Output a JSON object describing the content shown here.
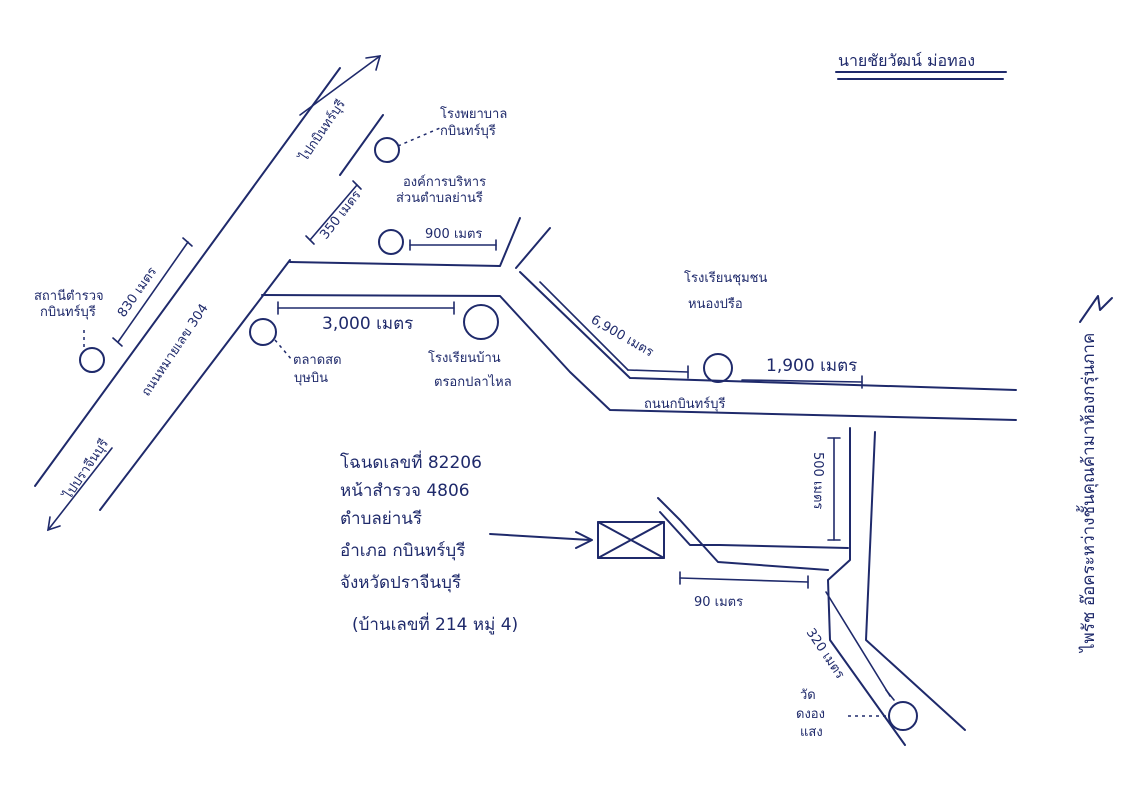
{
  "title": "นายชัยวัฒน์ ม่อทอง",
  "signature": "ไพรัช อ๊อคระหว่างชั้นคุณค้ามาห้องกรุ่นภาค",
  "roads": {
    "highway_304": "ถนนหมายเลข 304",
    "to_kabin": "ไปกบินทร์บุรี",
    "to_prachin": "ไปปราจีนบุรี",
    "kabin_road": "ถนนกบินทร์บุรี"
  },
  "landmarks": {
    "kabin_hospital": [
      "โรงพยาบาล",
      "กบินทร์บุรี"
    ],
    "sub_district_org": [
      "องค์การบริหาร",
      "ส่วนตำบลย่านรี"
    ],
    "police_station": [
      "สถานีตำรวจ",
      "กบินทร์บุรี"
    ],
    "wat": [
      "ตลาดสด",
      "บุษบิน"
    ],
    "school_prachin": [
      "โรงเรียนบ้าน",
      "ตรอกปลาไหล"
    ],
    "school_nong_pru": [
      "โรงเรียนชุมชน",
      "หนองปรือ"
    ],
    "temple": [
      "วัด",
      "ดงอง",
      "แสง"
    ]
  },
  "distances": {
    "d_350": "350 เมตร",
    "d_900": "900 เมตร",
    "d_830": "830 เมตร",
    "d_3000": "3,000 เมตร",
    "d_6900": "6,900 เมตร",
    "d_1900": "1,900 เมตร",
    "d_500": "500 เมตร",
    "d_90": "90 เมตร",
    "d_320": "320 เมตร"
  },
  "property_info": [
    "โฉนดเลขที่ 82206",
    "หน้าสำรวจ 4806",
    "ตำบลย่านรี",
    "อำเภอ กบินทร์บุรี",
    "จังหวัดปราจีนบุรี",
    "(บ้านเลขที่ 214 หมู่ 4)"
  ],
  "icons": {
    "plot": "boxed-x-icon",
    "landmark": "circle-marker-icon",
    "arrow": "arrow-icon"
  },
  "colors": {
    "ink": "#1f2a6b",
    "paper": "#ffffff"
  }
}
